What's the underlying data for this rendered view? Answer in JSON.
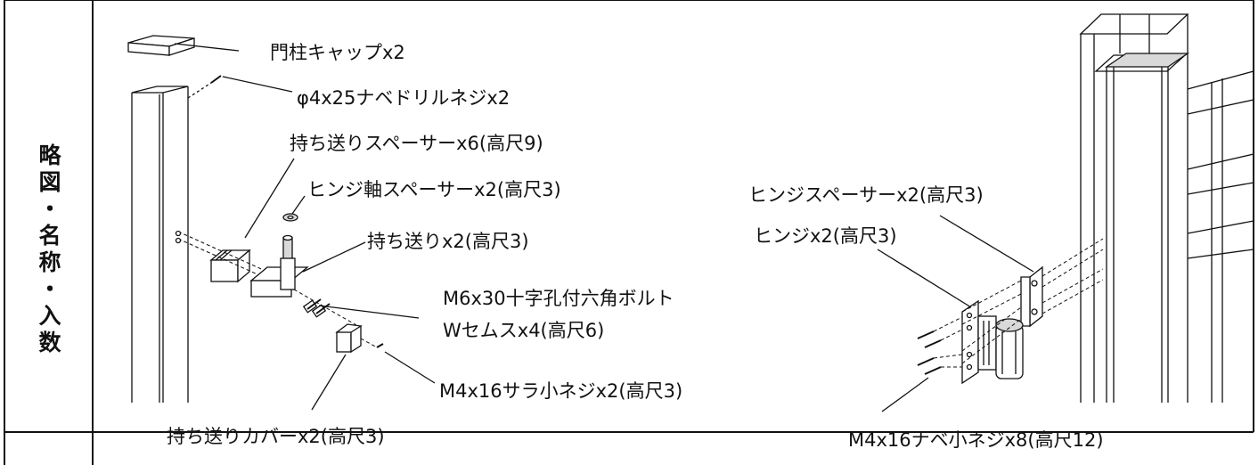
{
  "side_label": [
    "略",
    "図",
    "・",
    "名",
    "称",
    "・",
    "入",
    "数"
  ],
  "labels": {
    "cap": "門柱キャップx2",
    "screw_drill": "φ4x25ナベドリルネジx2",
    "carry_spacer": "持ち送りスペーサーx6(高尺9)",
    "hinge_shaft_spacer": "ヒンジ軸スペーサーx2(高尺3)",
    "carry": "持ち送りx2(高尺3)",
    "bolt_line1": "M6x30十字孔付六角ボルト",
    "bolt_line2": "Wセムスx4(高尺6)",
    "flat_screw": "M4x16サラ小ネジx2(高尺3)",
    "carry_cover": "持ち送りカバーx2(高尺3)",
    "hinge_spacer": "ヒンジスペーサーx2(高尺3)",
    "hinge": "ヒンジx2(高尺3)",
    "pan_screw": "M4x16ナベ小ネジx8(高尺12)"
  }
}
